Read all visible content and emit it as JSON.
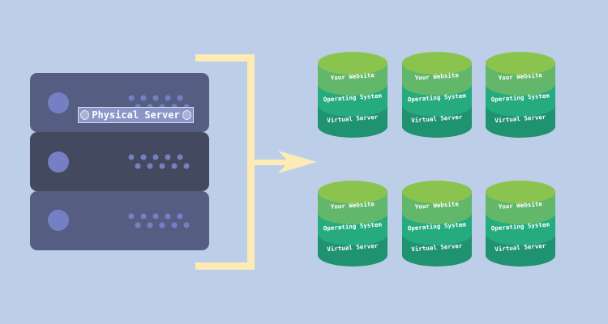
{
  "server": {
    "label": "Physical Server",
    "units": [
      {
        "color": "#555e82"
      },
      {
        "color": "#43495f"
      },
      {
        "color": "#555e82"
      }
    ],
    "led_color": "#7580c4"
  },
  "virtual_stacks": [
    {
      "layers": [
        "Your Website",
        "Operating System",
        "Virtual Server"
      ]
    },
    {
      "layers": [
        "Your Website",
        "Operating System",
        "Virtual Server"
      ]
    },
    {
      "layers": [
        "Your Website",
        "Operating System",
        "Virtual Server"
      ]
    },
    {
      "layers": [
        "Your Website",
        "Operating System",
        "Virtual Server"
      ]
    },
    {
      "layers": [
        "Your Website",
        "Operating System",
        "Virtual Server"
      ]
    },
    {
      "layers": [
        "Your Website",
        "Operating System",
        "Virtual Server"
      ]
    }
  ],
  "colors": {
    "background": "#bccee8",
    "bracket": "#fdeab5",
    "cylinder_top": "#8bc34f",
    "layer_website": "#62b76a",
    "layer_os": "#25ab7d",
    "layer_virtual": "#1f9270"
  }
}
